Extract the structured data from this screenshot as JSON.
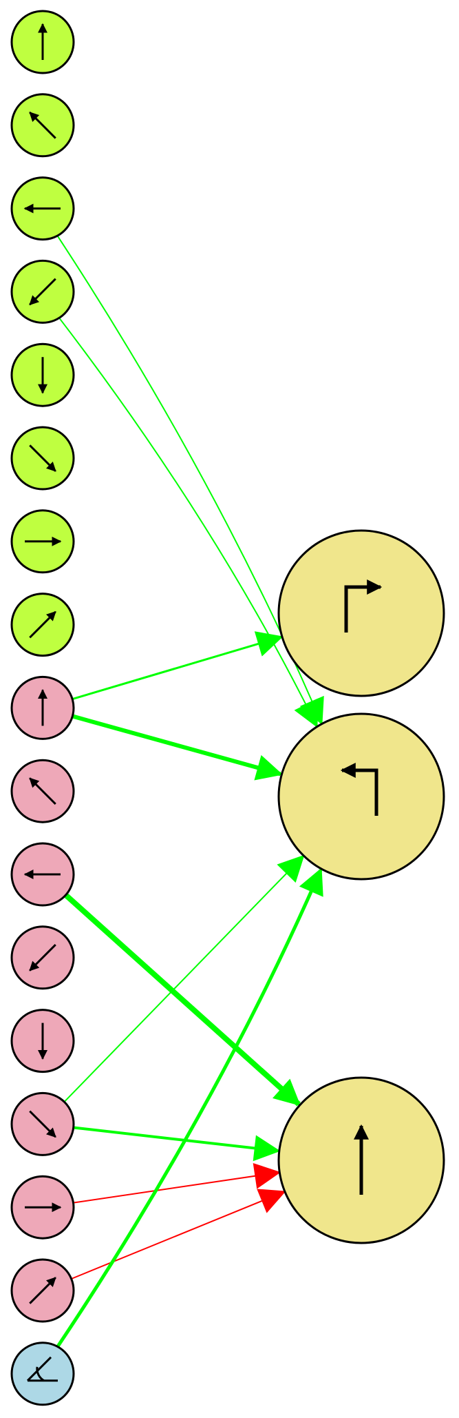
{
  "colors": {
    "input_a": "#bfff40",
    "input_b": "#eea8b8",
    "input_c": "#add8e6",
    "output": "#f0e68c",
    "stroke": "#000000",
    "excite": "#00ff00",
    "inhibit": "#ff0000"
  },
  "inputs": [
    {
      "id": "a-up",
      "group": "a",
      "glyph": "arrow-up"
    },
    {
      "id": "a-upleft",
      "group": "a",
      "glyph": "arrow-up-left"
    },
    {
      "id": "a-left",
      "group": "a",
      "glyph": "arrow-left"
    },
    {
      "id": "a-downleft",
      "group": "a",
      "glyph": "arrow-down-left"
    },
    {
      "id": "a-down",
      "group": "a",
      "glyph": "arrow-down"
    },
    {
      "id": "a-downright",
      "group": "a",
      "glyph": "arrow-down-right"
    },
    {
      "id": "a-right",
      "group": "a",
      "glyph": "arrow-right"
    },
    {
      "id": "a-upright",
      "group": "a",
      "glyph": "arrow-up-right"
    },
    {
      "id": "b-up",
      "group": "b",
      "glyph": "arrow-up"
    },
    {
      "id": "b-upleft",
      "group": "b",
      "glyph": "arrow-up-left"
    },
    {
      "id": "b-left",
      "group": "b",
      "glyph": "arrow-left"
    },
    {
      "id": "b-downleft",
      "group": "b",
      "glyph": "arrow-down-left"
    },
    {
      "id": "b-down",
      "group": "b",
      "glyph": "arrow-down"
    },
    {
      "id": "b-downright",
      "group": "b",
      "glyph": "arrow-down-right"
    },
    {
      "id": "b-right",
      "group": "b",
      "glyph": "arrow-right"
    },
    {
      "id": "b-upright",
      "group": "b",
      "glyph": "arrow-up-right"
    },
    {
      "id": "c-angle",
      "group": "c",
      "glyph": "angle"
    }
  ],
  "outputs": [
    {
      "id": "turn-right",
      "glyph": "turn-right"
    },
    {
      "id": "turn-left",
      "glyph": "turn-left"
    },
    {
      "id": "straight",
      "glyph": "arrow-up"
    }
  ],
  "connections": [
    {
      "from": "a-left",
      "to": "turn-left",
      "sign": "excite",
      "weight": 2
    },
    {
      "from": "a-downleft",
      "to": "turn-left",
      "sign": "excite",
      "weight": 2
    },
    {
      "from": "b-up",
      "to": "turn-right",
      "sign": "excite",
      "weight": 3
    },
    {
      "from": "b-up",
      "to": "turn-left",
      "sign": "excite",
      "weight": 6
    },
    {
      "from": "b-left",
      "to": "straight",
      "sign": "excite",
      "weight": 8
    },
    {
      "from": "b-downright",
      "to": "turn-left",
      "sign": "excite",
      "weight": 2
    },
    {
      "from": "b-downright",
      "to": "straight",
      "sign": "excite",
      "weight": 4
    },
    {
      "from": "b-right",
      "to": "straight",
      "sign": "inhibit",
      "weight": 2
    },
    {
      "from": "b-upright",
      "to": "straight",
      "sign": "inhibit",
      "weight": 2
    },
    {
      "from": "c-angle",
      "to": "turn-left",
      "sign": "excite",
      "weight": 5
    }
  ]
}
